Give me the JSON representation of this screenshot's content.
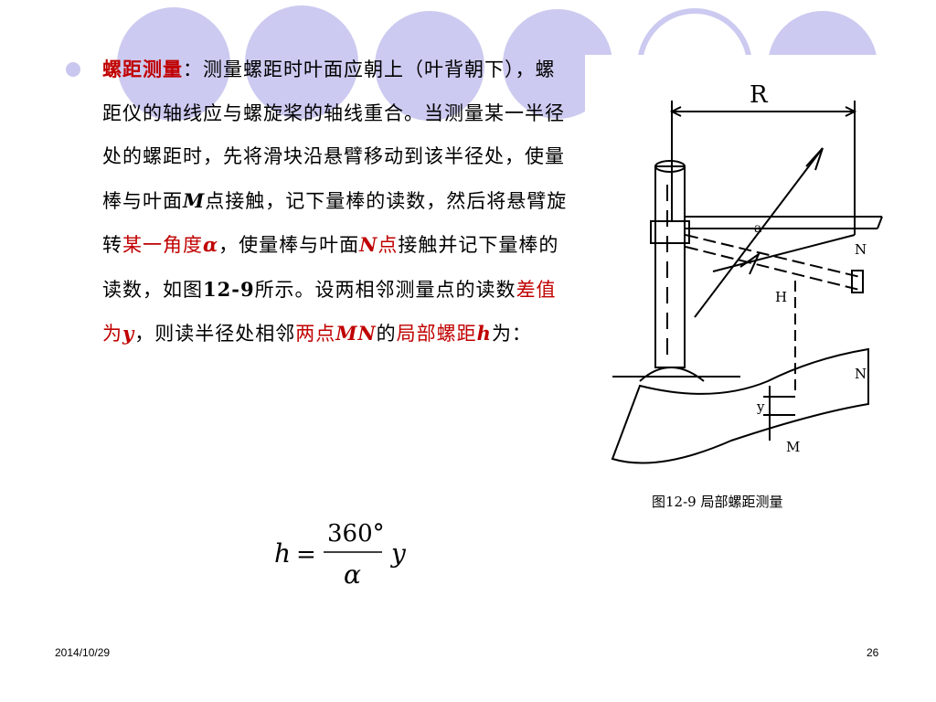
{
  "slide": {
    "p1_red": "螺距测量",
    "p1_black": "：测量螺距时叶面应朝上（叶背朝下），螺距仪的轴线应与螺旋桨的轴线重合。当测量某一半径处的螺距时，先将滑块沿悬臂移动到该半径处，使量棒与叶面",
    "p_M": "M",
    "p2": "点接触，记下量棒的读数，然后将悬臂旋转",
    "p_angle_red": "某一角度",
    "p_alpha": "α",
    "p3": "，使量棒与叶面",
    "p_N": "N",
    "p_N_red": "点",
    "p4": "接触并记下量棒的读数，如图",
    "p_fig": "12-9",
    "p5": "所示。设两相邻测量点的读数",
    "p_diff_red": "差值为",
    "p_y": "y",
    "p6": "，则读半径处相邻",
    "p_twopts_red": "两点",
    "p_MN": "MN",
    "p7": "的",
    "p_local_red": "局部螺距",
    "p_h": "h",
    "p8": "为：",
    "caption": "图12-9  局部螺距测量",
    "date": "2014/10/29",
    "page": "26"
  },
  "formula": {
    "lhs": "h",
    "eq": "=",
    "numerator": "360°",
    "denominator": "α",
    "rhs": "y"
  },
  "diagram_labels": {
    "R": "R",
    "a": "a",
    "N1": "N",
    "H": "H",
    "N2": "N",
    "y": "y",
    "M": "M"
  },
  "colors": {
    "accent": "#c00000",
    "deco_circle": "#c9c7ef"
  }
}
